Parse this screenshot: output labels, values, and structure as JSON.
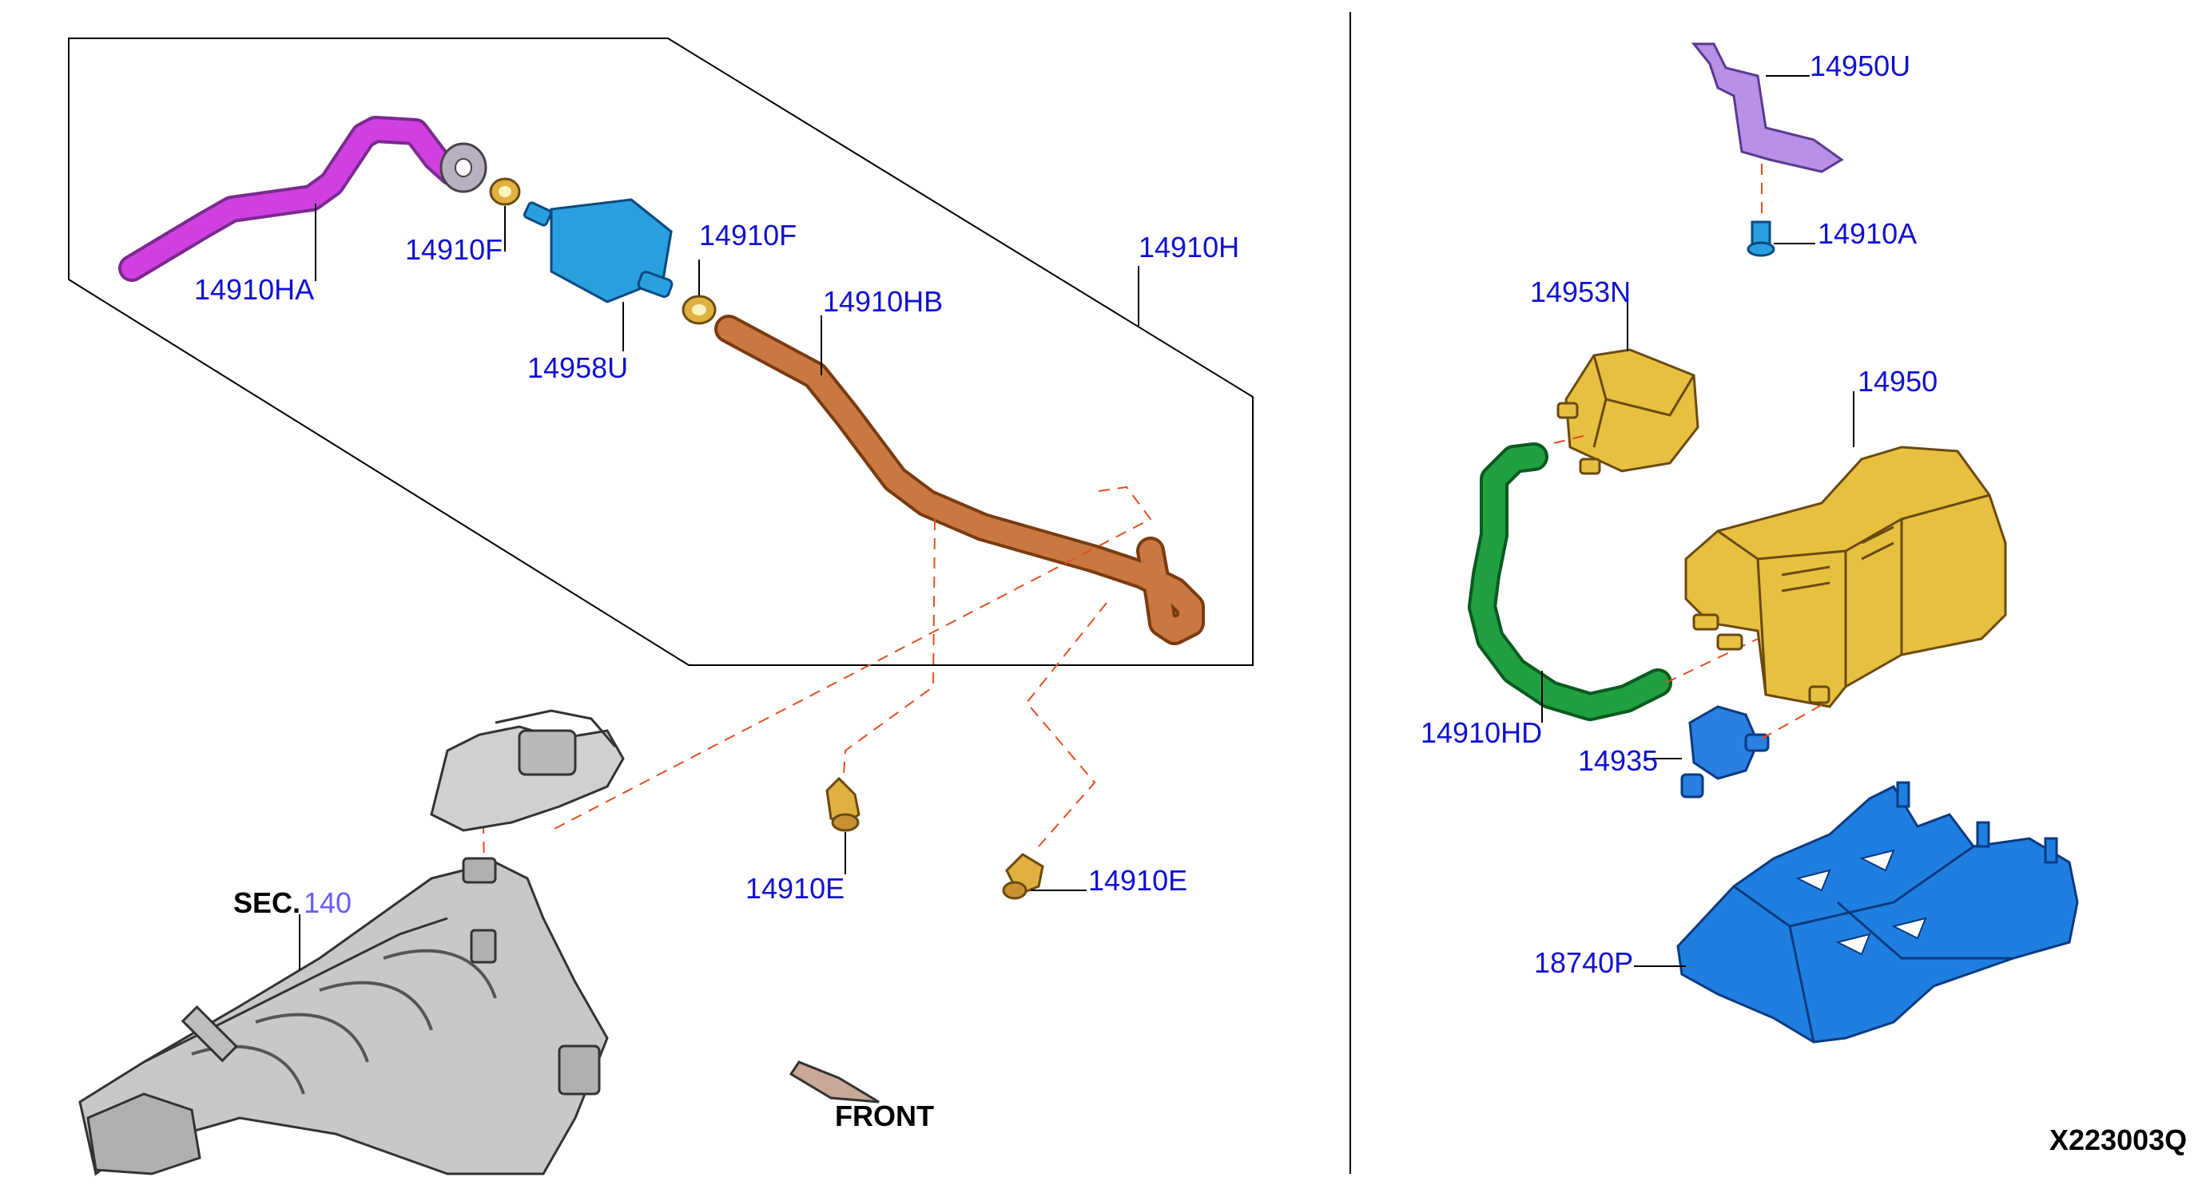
{
  "labels": {
    "p14910HA": "14910HA",
    "p14910F_left": "14910F",
    "p14910F_right": "14910F",
    "p14958U": "14958U",
    "p14910HB": "14910HB",
    "p14910H": "14910H",
    "p14910E_left": "14910E",
    "p14910E_right": "14910E",
    "sec_prefix": "SEC.",
    "sec_number": "140",
    "front": "FRONT",
    "p14950U": "14950U",
    "p14910A": "14910A",
    "p14953N": "14953N",
    "p14950": "14950",
    "p14910HD": "14910HD",
    "p14935": "14935",
    "p18740P": "18740P",
    "diagram_code": "X223003Q"
  },
  "colors": {
    "label": "#1010d0",
    "dash": "#e05020",
    "hose_pink": "#d040e0",
    "filter_blue": "#2a9fe0",
    "clamp_gold": "#e0b040",
    "hose_copper": "#c87840",
    "canister_yellow": "#e8c040",
    "bracket_lavender": "#b890e8",
    "hose_green": "#20a040",
    "valve_blue": "#2a7fe0",
    "tray_blue": "#1f7fe0",
    "manifold_gray": "#c8c8c8"
  },
  "icons": {
    "front_arrow": "arrow-icon"
  }
}
